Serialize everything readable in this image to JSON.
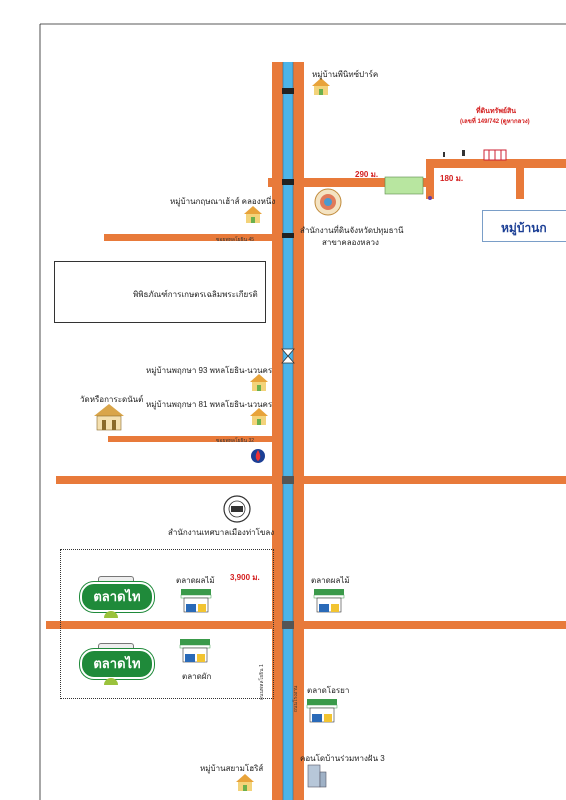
{
  "villages": {
    "phinits_park": "หมู่บ้านพีนิทซ์ปาร์ค",
    "kritsana_sao": "หมู่บ้านกฤษณาเฮ้าส์ คลองหนึ่ง",
    "pruksa_93": "หมู่บ้านพฤกษา 93 พหลโยธิน-นวนคร",
    "pruksa_81": "หมู่บ้านพฤกษา 81 พหลโยธิน-นวนคร",
    "siam_voraville": "หมู่บ้านสยามโฮริส์",
    "banner": "หมู่บ้านก"
  },
  "places": {
    "land_office_line1": "สำนักงานที่ดินจังหวัดปทุมธานี",
    "land_office_line2": "สาขาคลองหลวง",
    "museum": "พิพิธภัณฑ์การเกษตรเฉลิมพระเกียรติ",
    "temple": "วัดหรือการะดนันต์",
    "municipal_office": "สำนักงานเทศบาลเมืองท่าโขลง",
    "condo": "คอนโดบ้านร่วมทางฝัน 3"
  },
  "markets": {
    "fruit_left": "ตลาดผลไม้",
    "fruit_right": "ตลาดผลไม้",
    "vegetable": "ตลาดผัก",
    "otaya": "ตลาดโอรยา",
    "talad_thai_logo": "ตลาดไท"
  },
  "property": {
    "title": "ที่ดินทรัพย์สิน",
    "deed": "(เลขที่ 149/742 (ดูหากลวง)"
  },
  "distances": {
    "d290": "290 ม.",
    "d180": "180 ม.",
    "d3900": "3,900 ม."
  },
  "roads": {
    "soi_45": "ซอยพหลโยธิน 45",
    "soi_32": "ซอยพหลโยธิน 32",
    "phahonyothin": "ถนนพหลโยธิน 1",
    "side_road": "ถนนโรงงาน"
  },
  "colors": {
    "road": "#e87a3a",
    "canal": "#4db4e8",
    "pavement_edge": "#5a3a2a",
    "highlight_plot": "#b8e6a0"
  }
}
